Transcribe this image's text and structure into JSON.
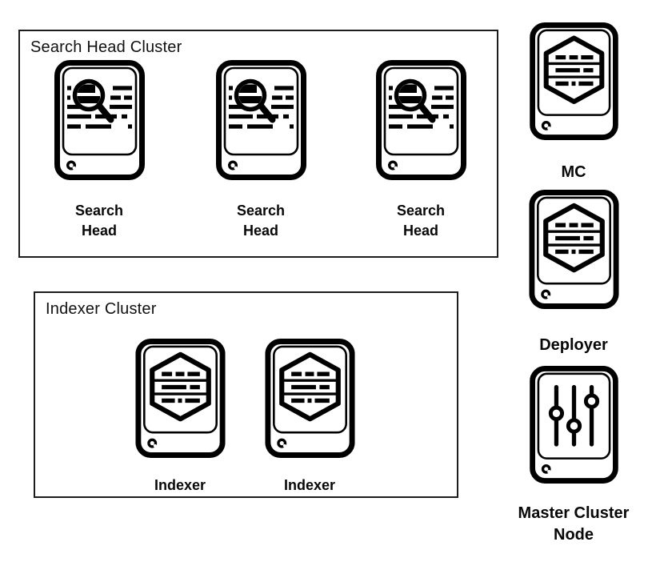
{
  "diagram": {
    "background_color": "#ffffff",
    "line_color": "#000000",
    "groups": [
      {
        "title": "Search Head Cluster",
        "nodes": [
          {
            "icon": "search-head-icon",
            "label": "Search Head",
            "label_lines": [
              "Search",
              "Head"
            ]
          },
          {
            "icon": "search-head-icon",
            "label": "Search Head",
            "label_lines": [
              "Search",
              "Head"
            ]
          },
          {
            "icon": "search-head-icon",
            "label": "Search Head",
            "label_lines": [
              "Search",
              "Head"
            ]
          }
        ]
      },
      {
        "title": "Indexer Cluster",
        "nodes": [
          {
            "icon": "indexer-icon",
            "label": "Indexer",
            "label_lines": [
              "Indexer"
            ]
          },
          {
            "icon": "indexer-icon",
            "label": "Indexer",
            "label_lines": [
              "Indexer"
            ]
          }
        ]
      }
    ],
    "standalone_nodes": [
      {
        "icon": "server-database-icon",
        "label": "MC",
        "label_lines": [
          "MC"
        ]
      },
      {
        "icon": "server-database-icon",
        "label": "Deployer",
        "label_lines": [
          "Deployer"
        ]
      },
      {
        "icon": "server-sliders-icon",
        "label": "Master Cluster Node",
        "label_lines": [
          "Master Cluster",
          "Node"
        ]
      }
    ]
  }
}
